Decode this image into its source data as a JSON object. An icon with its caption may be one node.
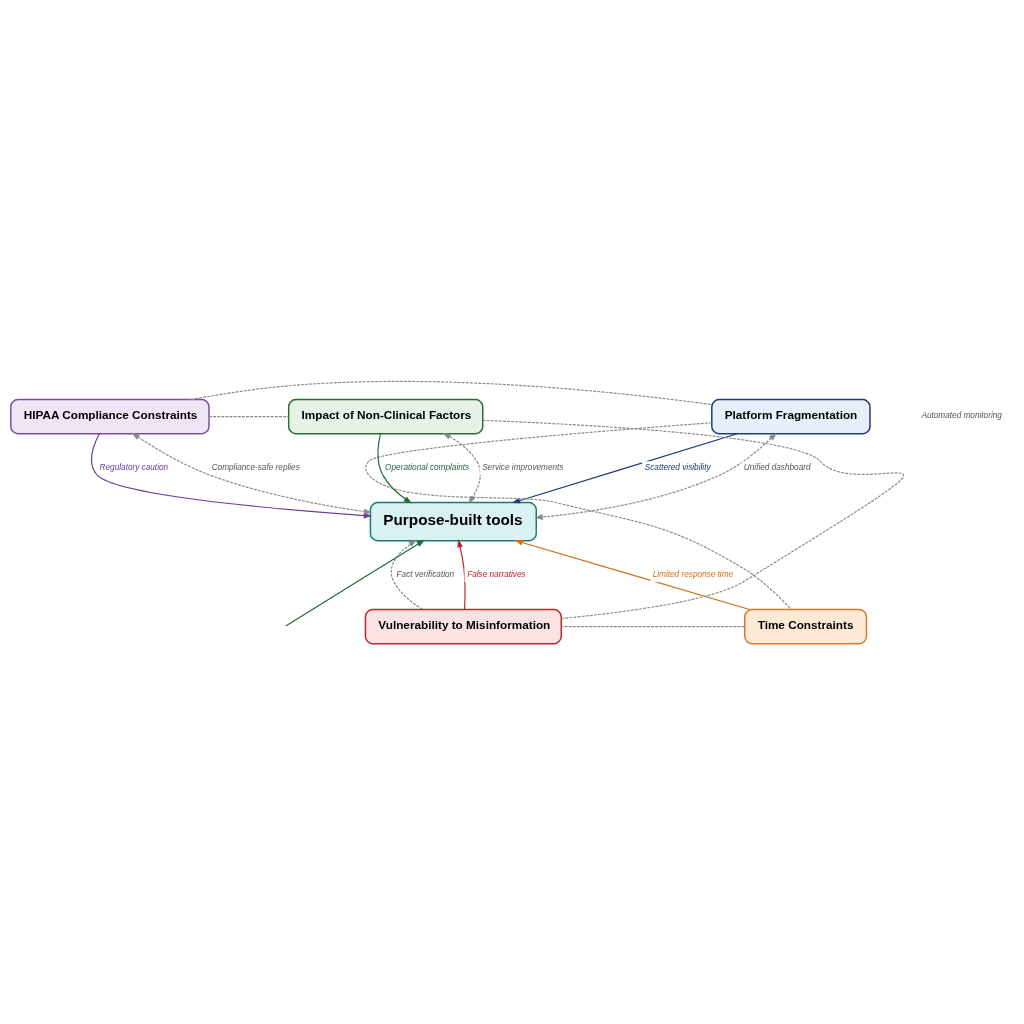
{
  "diagram": {
    "nodes": [
      {
        "text": [
          "Purpose-built tools"
        ]
      },
      {
        "text": [
          "HIPAA Compliance Constraints"
        ]
      },
      {
        "text": [
          "Platform Fragmentation"
        ]
      },
      {
        "text": [
          "Impact of Non-Clinical Factors"
        ]
      },
      {
        "text": [
          "Time Constraints"
        ]
      },
      {
        "text": [
          "Vulnerability to Misinformation"
        ]
      }
    ],
    "edges": [
      {
        "from": 1,
        "to": 0,
        "arrow": "to",
        "label": "Regulatory caution",
        "color": "#6a3d9a"
      },
      {
        "from": 0,
        "to": 1,
        "arrow": "both",
        "label": "Compliance-safe replies",
        "style": "dashed"
      },
      {
        "from": 2,
        "to": 0,
        "arrow": "to",
        "label": "Scattered visibility",
        "color": "#1f3a78"
      },
      {
        "from": 0,
        "to": 2,
        "arrow": "both",
        "label": "Unified dashboard",
        "style": "dashed"
      },
      {
        "from": 3,
        "to": 0,
        "arrow": "to",
        "label": "Operational complaints",
        "color": "#1e6b35"
      },
      {
        "from": 0,
        "to": 3,
        "arrow": "both",
        "label": "Service improvements",
        "style": "dashed"
      },
      {
        "from": null,
        "to": 0,
        "arrow": "to",
        "color": "#1e6b35"
      },
      {
        "from": 4,
        "to": 0,
        "arrow": "to",
        "label": "Limited response time",
        "color": "#d06f1a"
      },
      {
        "from": 5,
        "to": 0,
        "arrow": "to",
        "label": "False narratives",
        "color": "#b5232b"
      },
      {
        "from": 5,
        "to": 0,
        "arrow": "to",
        "label": "Fact verification",
        "style": "dashed"
      },
      {
        "from": 1,
        "to": 3,
        "arrow": "none",
        "style": "dashed"
      },
      {
        "from": 1,
        "to": 2,
        "arrow": "none",
        "style": "dashed"
      },
      {
        "from": 2,
        "to": 4,
        "arrow": "none",
        "style": "dashed"
      },
      {
        "from": 4,
        "to": 5,
        "arrow": "none",
        "style": "dashed"
      },
      {
        "from": 5,
        "to": 3,
        "arrow": "none",
        "style": "dashed"
      }
    ],
    "labels": [
      "Automated monitoring"
    ]
  }
}
